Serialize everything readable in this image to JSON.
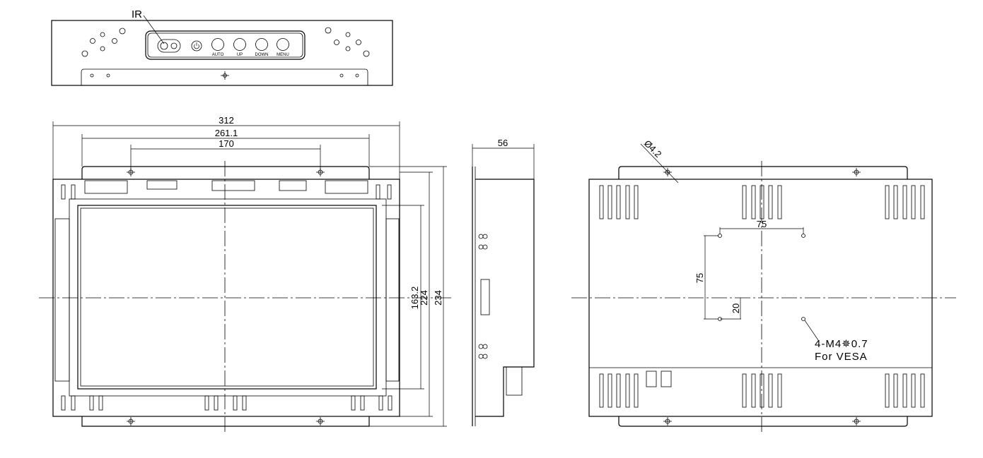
{
  "top_view": {
    "ir_label": "IR",
    "buttons": [
      "AUTO",
      "UP",
      "DOWN",
      "MENU"
    ]
  },
  "front_view": {
    "width_overall": "312",
    "width_bracket": "261.1",
    "hole_spacing": "170",
    "height_screen": "163.2",
    "height_body": "224",
    "height_overall": "234"
  },
  "side_view": {
    "depth": "56"
  },
  "back_view": {
    "hole_diameter": "Ø4.2",
    "vesa_horizontal": "75",
    "vesa_vertical": "75",
    "vesa_offset": "20",
    "screw_note": "4-M4✵0.7",
    "vesa_note": "For VESA"
  }
}
